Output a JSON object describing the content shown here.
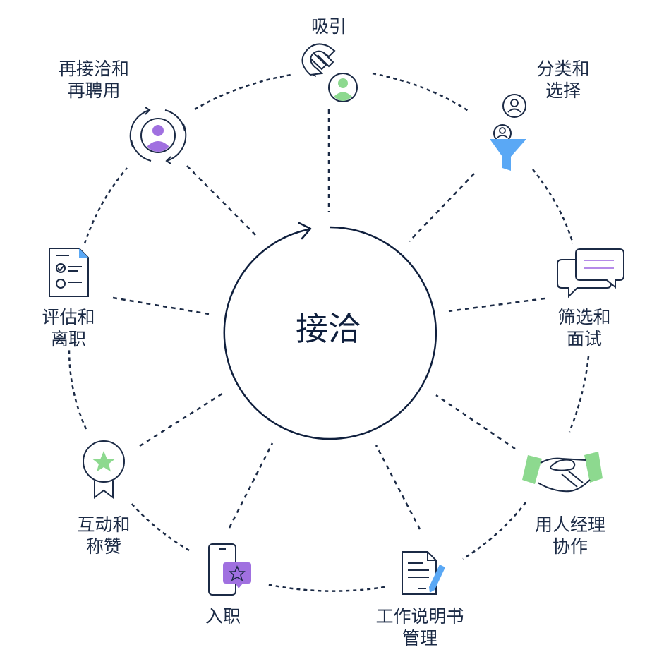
{
  "center": {
    "label": "接洽"
  },
  "stages": [
    {
      "id": "attract",
      "line1": "吸引",
      "line2": "",
      "icon": "magnet-person-icon"
    },
    {
      "id": "sort",
      "line1": "分类和",
      "line2": "选择",
      "icon": "funnel-people-icon"
    },
    {
      "id": "screen",
      "line1": "筛选和",
      "line2": "面试",
      "icon": "chat-bubbles-icon"
    },
    {
      "id": "manager",
      "line1": "用人经理",
      "line2": "协作",
      "icon": "handshake-icon"
    },
    {
      "id": "jd",
      "line1": "工作说明书",
      "line2": "管理",
      "icon": "document-pen-icon"
    },
    {
      "id": "onboard",
      "line1": "入职",
      "line2": "",
      "icon": "phone-star-icon"
    },
    {
      "id": "recognize",
      "line1": "互动和",
      "line2": "称赞",
      "icon": "award-ribbon-icon"
    },
    {
      "id": "evaluate",
      "line1": "评估和",
      "line2": "离职",
      "icon": "checklist-icon"
    },
    {
      "id": "reengage",
      "line1": "再接洽和",
      "line2": "再聘用",
      "icon": "refresh-person-icon"
    }
  ],
  "colors": {
    "navy": "#1b2a45",
    "green": "#8dd98f",
    "purple": "#a070e0",
    "blue": "#5aa8f5",
    "lilac": "#b58ae8"
  }
}
